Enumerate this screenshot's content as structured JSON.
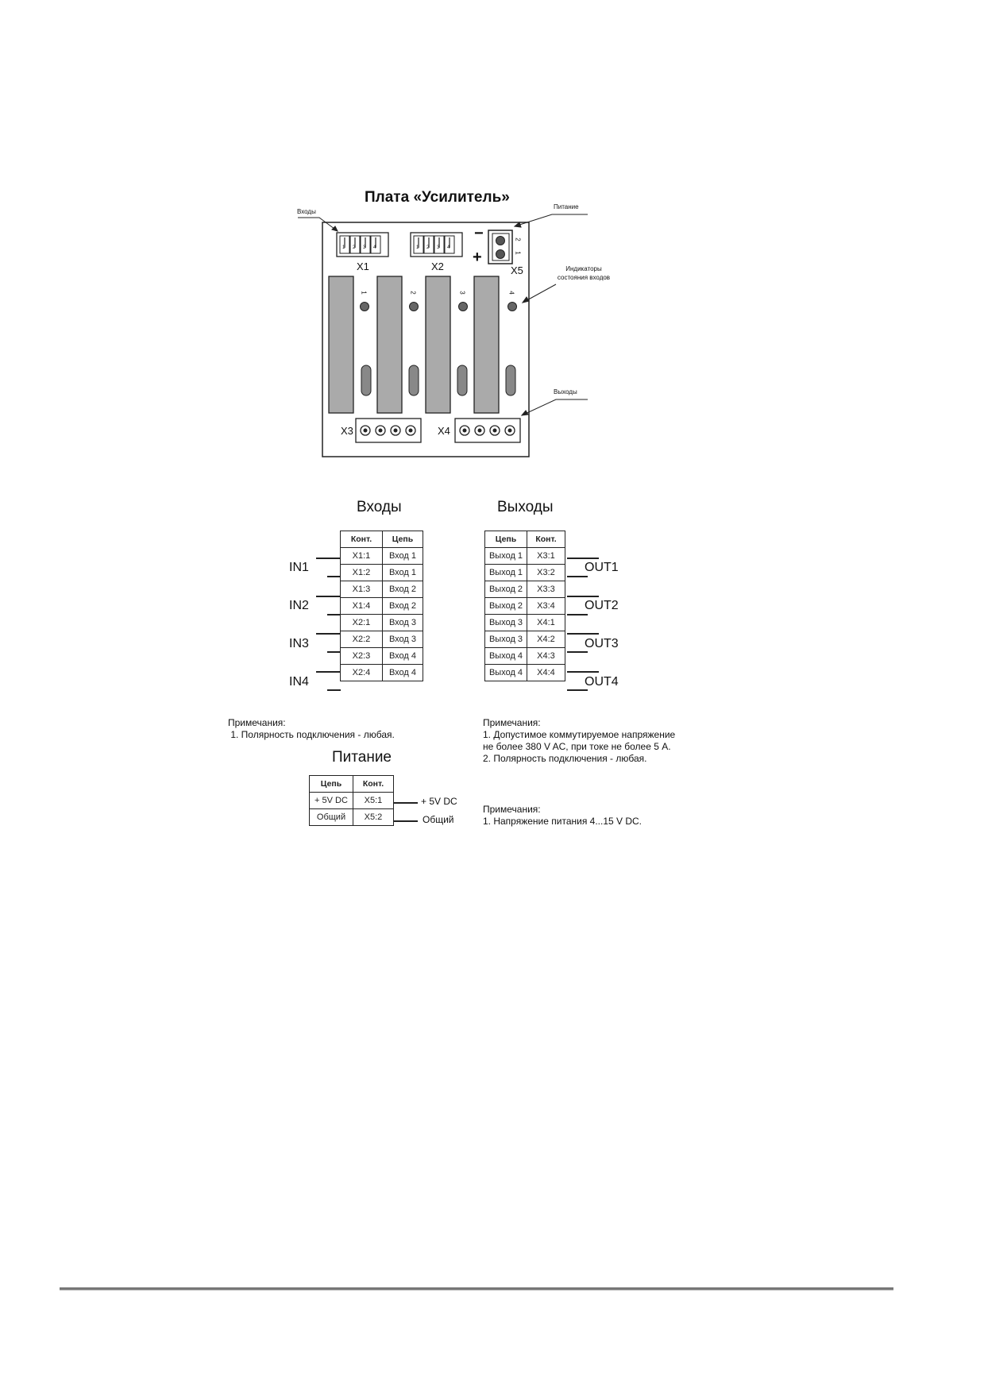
{
  "board": {
    "title": "Плата «Усилитель»",
    "callout_inputs": "Входы",
    "callout_power": "Питание",
    "callout_indicators": "Индикаторы\nсостояния входов",
    "callout_outputs": "Выходы",
    "connectors": {
      "x1": "X1",
      "x2": "X2",
      "x3": "X3",
      "x4": "X4",
      "x5": "X5"
    },
    "polarity_minus": "−",
    "polarity_plus": "+",
    "pin_numbers": [
      "1",
      "2",
      "3",
      "4"
    ],
    "x5_pins": [
      "2",
      "1"
    ],
    "led_numbers": [
      "1",
      "2",
      "3",
      "4"
    ]
  },
  "inputs": {
    "heading": "Входы",
    "col_contact": "Конт.",
    "col_circuit": "Цепь",
    "rows": [
      {
        "contact": "X1:1",
        "circuit": "Вход 1"
      },
      {
        "contact": "X1:2",
        "circuit": "Вход 1"
      },
      {
        "contact": "X1:3",
        "circuit": "Вход 2"
      },
      {
        "contact": "X1:4",
        "circuit": "Вход 2"
      },
      {
        "contact": "X2:1",
        "circuit": "Вход 3"
      },
      {
        "contact": "X2:2",
        "circuit": "Вход 3"
      },
      {
        "contact": "X2:3",
        "circuit": "Вход 4"
      },
      {
        "contact": "X2:4",
        "circuit": "Вход 4"
      }
    ],
    "signals": [
      "IN1",
      "IN2",
      "IN3",
      "IN4"
    ],
    "notes": "Примечания:\n 1. Полярность подключения - любая."
  },
  "outputs": {
    "heading": "Выходы",
    "col_circuit": "Цепь",
    "col_contact": "Конт.",
    "rows": [
      {
        "circuit": "Выход 1",
        "contact": "X3:1"
      },
      {
        "circuit": "Выход 1",
        "contact": "X3:2"
      },
      {
        "circuit": "Выход 2",
        "contact": "X3:3"
      },
      {
        "circuit": "Выход 2",
        "contact": "X3:4"
      },
      {
        "circuit": "Выход 3",
        "contact": "X4:1"
      },
      {
        "circuit": "Выход 3",
        "contact": "X4:2"
      },
      {
        "circuit": "Выход 4",
        "contact": "X4:3"
      },
      {
        "circuit": "Выход 4",
        "contact": "X4:4"
      }
    ],
    "signals": [
      "OUT1",
      "OUT2",
      "OUT3",
      "OUT4"
    ],
    "notes": "Примечания:\n1. Допустимое коммутируемое напряжение\nне более 380 V AC, при токе не более 5 A.\n2. Полярность подключения - любая."
  },
  "power": {
    "heading": "Питание",
    "col_circuit": "Цепь",
    "col_contact": "Конт.",
    "rows": [
      {
        "circuit": "+ 5V DC",
        "contact": "X5:1",
        "signal": "+ 5V DC"
      },
      {
        "circuit": "Общий",
        "contact": "X5:2",
        "signal": "Общий"
      }
    ],
    "notes": "Примечания:\n1. Напряжение питания 4...15 V DC."
  }
}
